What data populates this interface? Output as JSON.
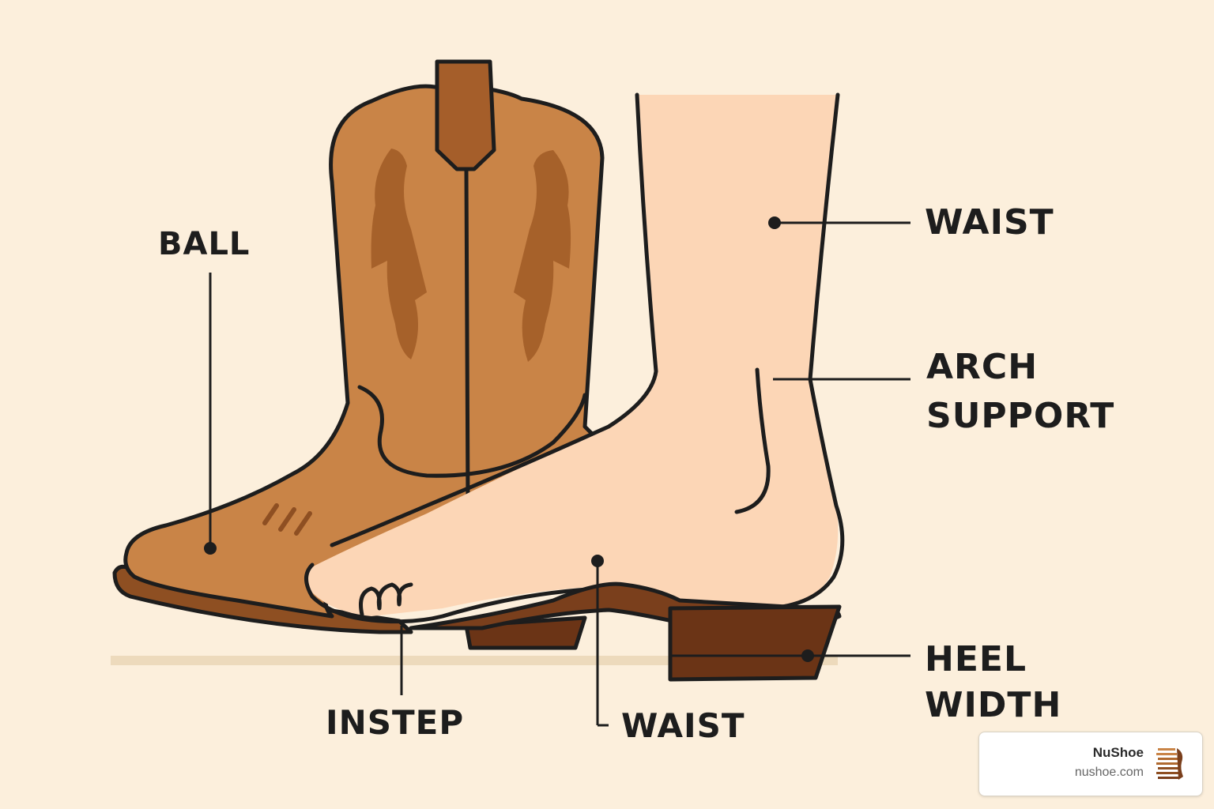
{
  "labels": {
    "ball": "BALL",
    "waist_top": "WAIST",
    "arch_line1": "ARCH",
    "arch_line2": "SUPPORT",
    "heel_line1": "HEEL",
    "heel_line2": "WIDTH",
    "instep": "INSTEP",
    "waist_bottom": "WAIST"
  },
  "logo": {
    "name": "NuShoe",
    "url": "nushoe.com"
  },
  "colors": {
    "background": "#fcefdc",
    "boot_leather": "#c98447",
    "boot_dark": "#8e4f22",
    "sole": "#7a3f1c",
    "foot_skin": "#fcd6b6",
    "outline": "#1d1d1d"
  }
}
